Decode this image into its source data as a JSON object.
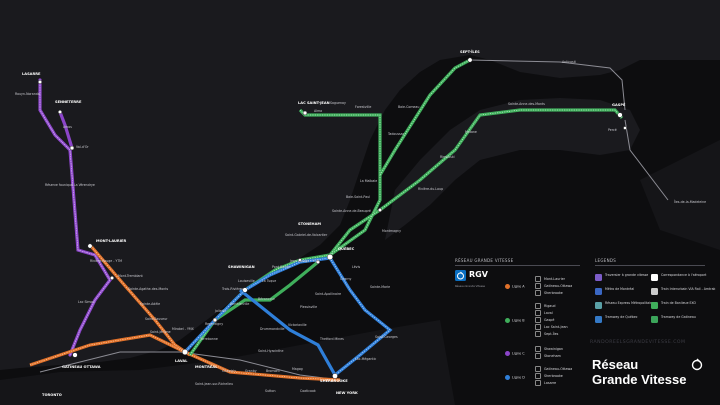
{
  "map_title": [
    "Réseau",
    "Grande Vitesse"
  ],
  "watermark": "RANDOREELSGRANDEVITESSE.COM",
  "legend": {
    "network_header": "RÉSEAU GRANDE VITESSE",
    "legend_header": "LEGENDS",
    "rgv_label": "RGV",
    "rgv_sub": "Réseau Grande Vitesse",
    "lines": [
      {
        "name": "Ligne A",
        "color": "#e0712a",
        "dests": [
          "Mont-Laurier",
          "Gatineau-Ottawa",
          "Sherbrooke"
        ]
      },
      {
        "name": "Ligne B",
        "color": "#3fae5b",
        "dests": [
          "Rigaud",
          "Laval",
          "Gaspé",
          "Lac Saint-Jean",
          "Sept-Îles"
        ]
      },
      {
        "name": "Ligne C",
        "color": "#8b45c9",
        "dests": [
          "Shawinigan",
          "Stoneham"
        ]
      },
      {
        "name": "Ligne D",
        "color": "#2f7fd9",
        "dests": [
          "Gatineau-Ottawa",
          "Sherbrooke",
          "Lasarre"
        ]
      }
    ],
    "items": [
      {
        "text": "Traversier à grande vitesse",
        "color": "#7c5cc8"
      },
      {
        "text": "Correspondance à l'aéroport",
        "color": "#ffffff"
      },
      {
        "text": "Métro de Montréal",
        "color": "#3a67c4"
      },
      {
        "text": "Train Interurbain VIA Rail - Amtrak",
        "color": "#cccccc"
      },
      {
        "text": "Réseau Express Métropolitain",
        "color": "#5aa0a6"
      },
      {
        "text": "Train de Banlieue EXO",
        "color": "#3fae5b"
      },
      {
        "text": "Tramway de Québec",
        "color": "#3479c6"
      },
      {
        "text": "Tramway de Gatineau",
        "color": "#3ba45a"
      }
    ]
  },
  "stations": [
    "LASARRE",
    "Rouyn-Noranda",
    "SENNETERRE",
    "Amos",
    "Val-d'Or",
    "Réserve faunique La Vérendrye",
    "MONT-LAURIER",
    "Rivière-Rouge - YTM",
    "Mont-Tremblant",
    "Sainte-Agathe-des-Monts",
    "Saint-Sauveur",
    "Sainte-Adèle",
    "Saint-Jérôme",
    "Lac Simon",
    "GATINEAU OTTAWA",
    "Mirabel - YMX",
    "Terrebonne",
    "Joliette",
    "Berthierville",
    "Repentigny",
    "LAVAL",
    "MONTRÉAL",
    "Saint-Jean-sur-Richelieu",
    "Chambly",
    "Granby",
    "Bromont",
    "Magog",
    "SHERBROOKE",
    "Coaticook",
    "Sutton",
    "Saint-Hyacinthe",
    "Drummondville",
    "Victoriaville",
    "Bécancour",
    "Trois-Rivières",
    "SHAWINIGAN",
    "Louiseville",
    "La Tuque",
    "Pont-Rouge",
    "Jean Lesage - YQB",
    "QUÉBEC",
    "Lévis",
    "Charny",
    "Saint-Apollinaire",
    "Plessisville",
    "Sainte-Marie",
    "Saint-Georges",
    "Lac-Mégantic",
    "Thetford Mines",
    "Montmagny",
    "STONEHAM",
    "Saint-Gabriel-de-Valcartier",
    "Sainte-Anne-de-Beaupré",
    "Baie-Saint-Paul",
    "La Malbaie",
    "Tadoussac",
    "Baie-Comeau",
    "Forestville",
    "Saguenay",
    "LAC SAINT-JEAN",
    "Alma",
    "SEPT-ÎLES",
    "Rimouski",
    "Rivière-du-Loup",
    "Matane",
    "Sainte-Anne-des-Monts",
    "GASPÉ",
    "Percé",
    "Anticosti",
    "Îles-de-la-Madeleine",
    "TORONTO",
    "NEW YORK"
  ]
}
